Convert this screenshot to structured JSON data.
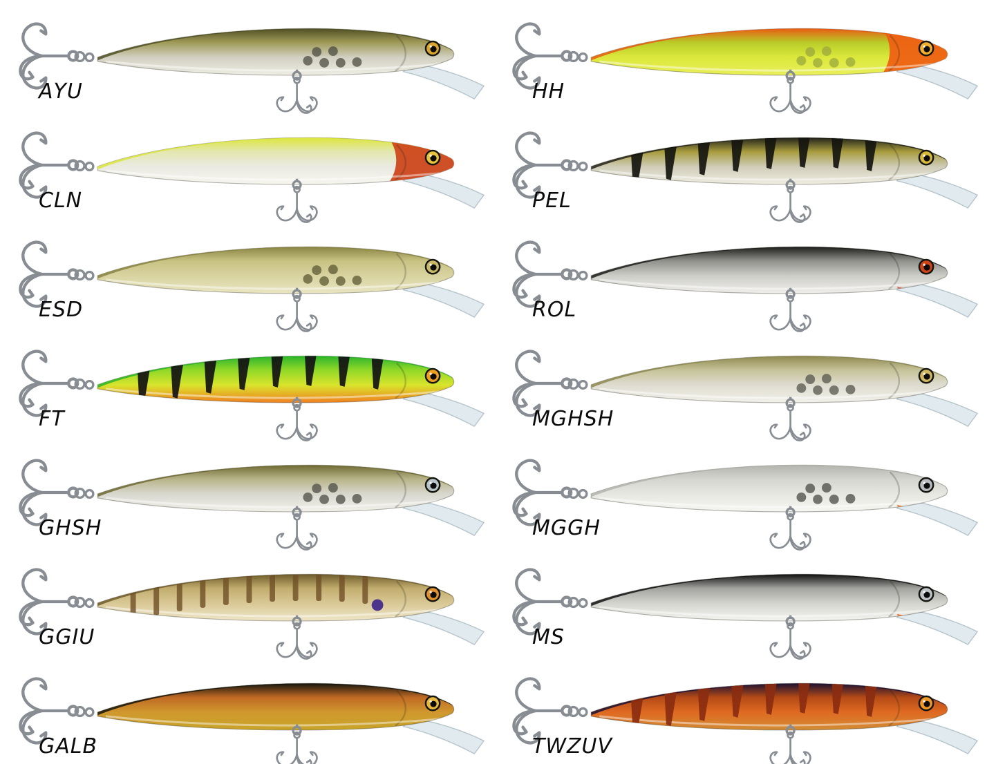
{
  "page": {
    "background": "#ffffff",
    "description": "Color chart of 14 minnow fishing lures with treble hooks, arranged in 2 columns of 7"
  },
  "grid": {
    "columns": 2,
    "rows": 7
  },
  "hook_color": "#878d92",
  "lip_fill": "rgba(196,214,222,0.5)",
  "lures": [
    {
      "label": "AYU",
      "colors": {
        "back": "#4f4f24",
        "upper": "#a09a58",
        "side": "#d2d0c2",
        "belly": "#efeee4",
        "eye": "#d8a630"
      },
      "pattern": {
        "type": "dots",
        "color": "#4c4c42"
      }
    },
    {
      "label": "HH",
      "colors": {
        "back": "#e85c14",
        "upper": "#b8cc28",
        "side": "#dce83c",
        "belly": "#e9ef5a",
        "head": "#ee5f12",
        "eye": "#f0b030"
      },
      "pattern": {
        "type": "dots",
        "color": "#9aa83c"
      }
    },
    {
      "label": "CLN",
      "colors": {
        "back": "#dce63c",
        "upper": "#e4e7b0",
        "side": "#eaeae2",
        "belly": "#f6f6ee",
        "head": "#cc4419",
        "eye": "#e8c43c"
      },
      "pattern": {
        "type": "none",
        "color": ""
      }
    },
    {
      "label": "PEL",
      "colors": {
        "back": "#23231a",
        "upper": "#a89c3e",
        "side": "#cfccb8",
        "belly": "#efeee2",
        "eye": "#d8b838"
      },
      "pattern": {
        "type": "stripes",
        "color": "#15150f"
      }
    },
    {
      "label": "ESD",
      "colors": {
        "back": "#8a8443",
        "upper": "#c8c283",
        "side": "#d8d3a0",
        "belly": "#e9e5c2",
        "eye": "#c8b868"
      },
      "pattern": {
        "type": "dots",
        "color": "#5c5832"
      }
    },
    {
      "label": "ROL",
      "colors": {
        "back": "#1d1d1b",
        "upper": "#90908c",
        "side": "#cdcdc8",
        "belly": "#f0efec",
        "eye": "#cc4418",
        "chin": "#cf5a4a"
      },
      "pattern": {
        "type": "none",
        "color": ""
      }
    },
    {
      "label": "FT",
      "colors": {
        "back": "#2bb42b",
        "upper": "#90d828",
        "side": "#d8e42c",
        "belly": "#f08020",
        "eye": "#f0a020"
      },
      "pattern": {
        "type": "stripes",
        "color": "#121212"
      }
    },
    {
      "label": "MGHSH",
      "colors": {
        "back": "#8d8850",
        "upper": "#c6c298",
        "side": "#dedcd0",
        "belly": "#f2f1ea",
        "eye": "#d0b860"
      },
      "pattern": {
        "type": "dots",
        "color": "#55554c"
      }
    },
    {
      "label": "GHSH",
      "colors": {
        "back": "#6f6a33",
        "upper": "#b8b489",
        "side": "#d9d8cf",
        "belly": "#f2f1ea",
        "eye": "#b8c4c8"
      },
      "pattern": {
        "type": "dots",
        "color": "#4c4c46"
      }
    },
    {
      "label": "MGGH",
      "colors": {
        "back": "#b4b4ae",
        "upper": "#d5d5cf",
        "side": "#e7e7e2",
        "belly": "#f6f6f2",
        "eye": "#b8bcc0",
        "chin": "#ee6a1c"
      },
      "pattern": {
        "type": "dots",
        "color": "#4a4a46"
      }
    },
    {
      "label": "GGIU",
      "colors": {
        "back": "#6e5c2c",
        "upper": "#c2ad6e",
        "side": "#d9c896",
        "belly": "#efe6c8",
        "eye": "#e09030",
        "accent": "#3c2488"
      },
      "pattern": {
        "type": "bars",
        "color": "#6e4f26"
      }
    },
    {
      "label": "MS",
      "colors": {
        "back": "#121212",
        "upper": "#a2a29e",
        "side": "#d4d4cf",
        "belly": "#f4f4f0",
        "eye": "#c0c4c8",
        "chin": "#e86218"
      },
      "pattern": {
        "type": "none",
        "color": ""
      }
    },
    {
      "label": "GALB",
      "colors": {
        "back": "#16160e",
        "upper": "#c06a24",
        "side": "#d0982e",
        "belly": "#c8a428",
        "eye": "#e8b83c"
      },
      "pattern": {
        "type": "none",
        "color": ""
      }
    },
    {
      "label": "TWZUV",
      "colors": {
        "back": "#1e1232",
        "upper": "#b44a16",
        "side": "#e06a22",
        "belly": "#d28c34",
        "eye": "#f09828"
      },
      "pattern": {
        "type": "stripes",
        "color": "#8a2c10"
      }
    }
  ]
}
